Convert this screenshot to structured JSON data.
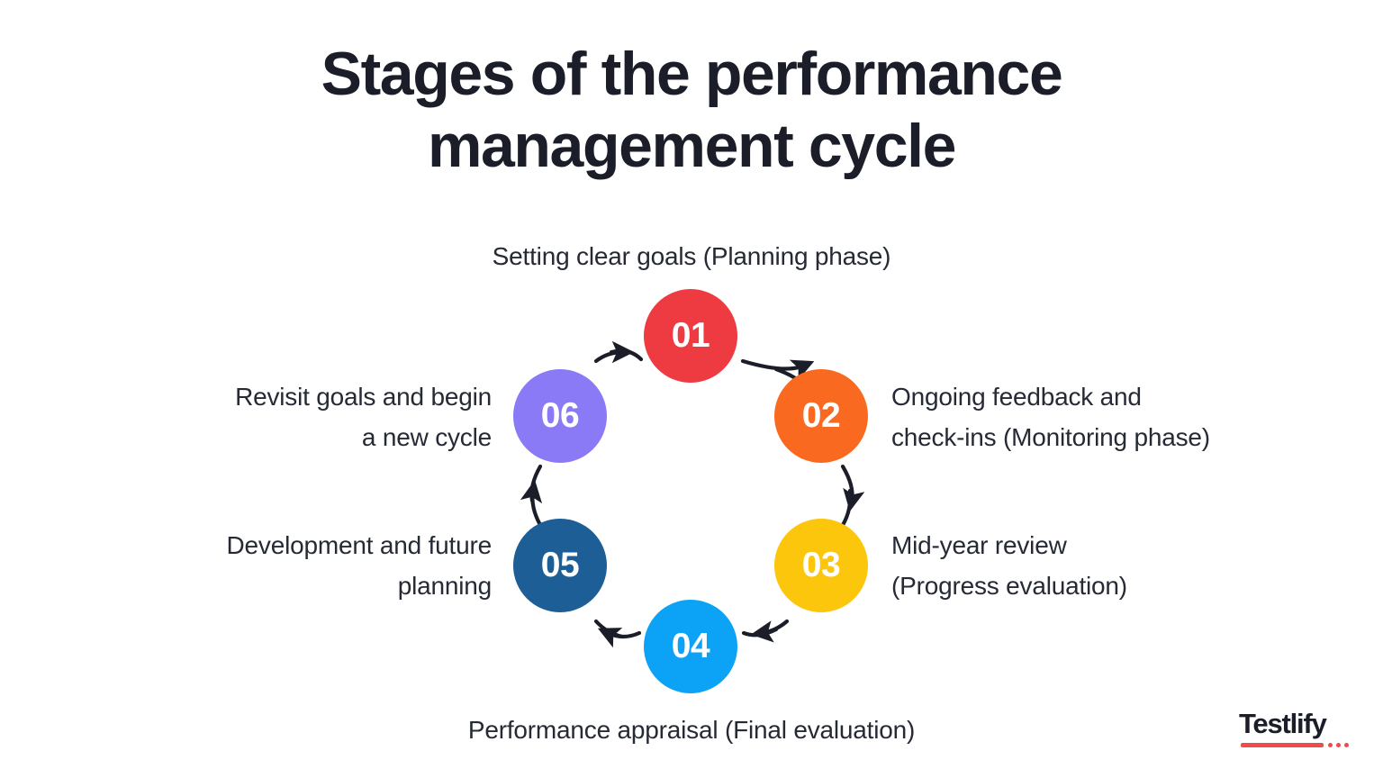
{
  "title": {
    "line1": "Stages of the performance",
    "line2": "management cycle"
  },
  "colors": {
    "background": "#ffffff",
    "title_text": "#1B1E28",
    "label_text": "#262A35",
    "arrow": "#1B1E28",
    "stage_01": "#EE3B42",
    "stage_02": "#F96A20",
    "stage_03": "#FCC60C",
    "stage_04": "#0CA2F5",
    "stage_05": "#1D5E96",
    "stage_06": "#8B7AF5",
    "logo_accent": "#F04A4A"
  },
  "chart_data": {
    "type": "diagram",
    "title": "Stages of the performance management cycle",
    "layout": "clockwise cycle of six numbered circles with curved arrows",
    "flow": [
      "01",
      "02",
      "03",
      "04",
      "05",
      "06",
      "01"
    ],
    "stages": [
      {
        "number": "01",
        "label": "Setting clear goals (Planning phase)",
        "color": "#EE3B42",
        "position": "top"
      },
      {
        "number": "02",
        "label": "Ongoing feedback and\ncheck-ins (Monitoring phase)",
        "color": "#F96A20",
        "position": "upper-right"
      },
      {
        "number": "03",
        "label": "Mid-year review\n(Progress evaluation)",
        "color": "#FCC60C",
        "position": "lower-right"
      },
      {
        "number": "04",
        "label": "Performance appraisal (Final evaluation)",
        "color": "#0CA2F5",
        "position": "bottom"
      },
      {
        "number": "05",
        "label": "Development and future\nplanning",
        "color": "#1D5E96",
        "position": "lower-left"
      },
      {
        "number": "06",
        "label": "Revisit goals and begin\na new cycle",
        "color": "#8B7AF5",
        "position": "upper-left"
      }
    ]
  },
  "logo": {
    "name": "Testlify"
  }
}
